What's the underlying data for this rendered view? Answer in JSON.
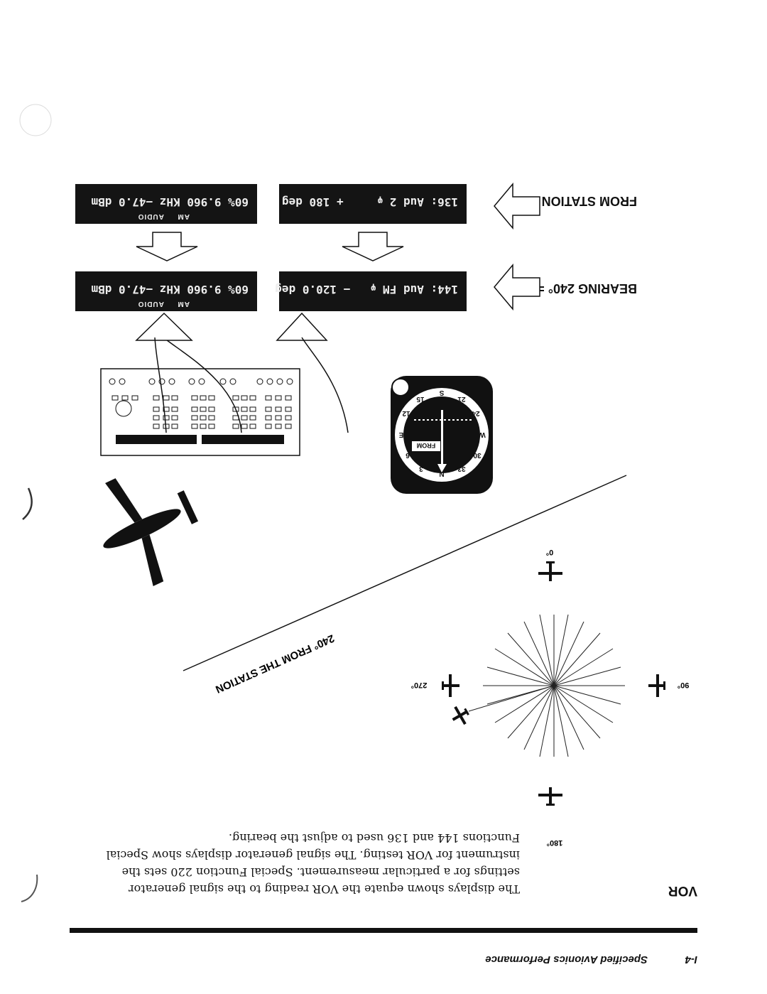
{
  "header": {
    "page_number": "I-4",
    "running_title": "Specified Avionics Performance"
  },
  "section": {
    "heading": "VOR",
    "paragraph_lines": [
      "The displays shown equate the VOR reading to the signal generator",
      "settings for a particular measurement. Special Function 220 sets the",
      "instrument for VOR testing. The signal generator displays show Special",
      "Functions 144 and 136 used to adjust the bearing."
    ]
  },
  "labels": {
    "bearing": "BEARING 240° =",
    "from_station": "FROM STATION ="
  },
  "displays": {
    "bearing_function": "144: Aud FM",
    "bearing_value": "− 120.0 deg",
    "bearing_main": "60%  9.960 KHz   −47.0 dBm",
    "from_function": "136: Aud 2",
    "from_value": "+ 180 deg",
    "from_main": "60%  9.960 KHz   −47.0 dBm",
    "mode_am": "AM",
    "mode_audio": "AUDIO"
  },
  "indicator": {
    "flag": "FROM",
    "compass_labels": [
      "N",
      "3",
      "6",
      "E",
      "12",
      "15",
      "S",
      "21",
      "24",
      "W",
      "30",
      "33"
    ]
  },
  "diagram": {
    "radial_label": "240° FROM THE STATION",
    "deg_0": "0°",
    "deg_90": "90°",
    "deg_180": "180°",
    "deg_270": "270°"
  },
  "colors": {
    "ink": "#111111",
    "paper": "#ffffff",
    "display_bg": "#141414"
  }
}
